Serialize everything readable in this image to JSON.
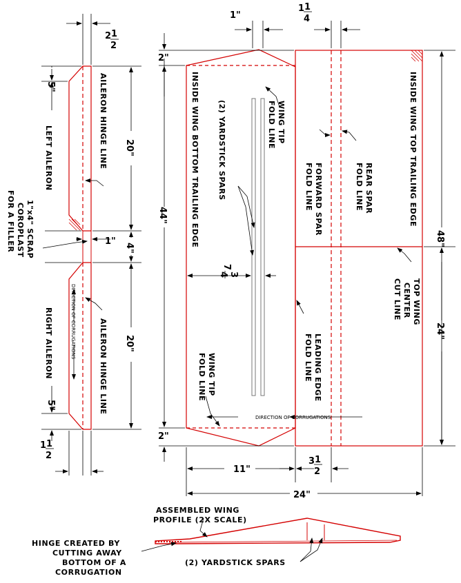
{
  "colors": {
    "outline": "#d40000",
    "ink": "#000000",
    "paper": "#ffffff"
  },
  "labels": {
    "inside_wing_top_trailing_edge": "INSIDE WING TOP TRAILING EDGE",
    "inside_wing_bottom_trailing_edge": "INSIDE WING BOTTOM TRAILING EDGE",
    "yardstick_spars_vertical": "(2) YARDSTICK SPARS",
    "wing_tip_fold_line_top": [
      "WING TIP",
      "FOLD LINE"
    ],
    "wing_tip_fold_line_bottom": [
      "WING TIP",
      "FOLD LINE"
    ],
    "rear_spar_fold_line": [
      "REAR SPAR",
      "FOLD LINE"
    ],
    "forward_spar_fold_line": [
      "FORWARD SPAR",
      "FOLD LINE"
    ],
    "top_wing_center_cut_line": [
      "TOP WING",
      "CENTER",
      "CUT LINE"
    ],
    "leading_edge_fold_line": [
      "LEADING EDGE",
      "FOLD LINE"
    ],
    "direction_of_corrugations_wing": "DIRECTION OF CORRUGATIONS",
    "aileron_hinge_line_left": "AILERON HINGE LINE",
    "aileron_hinge_line_right": "AILERON HINGE LINE",
    "left_aileron": "LEFT AILERON",
    "right_aileron": "RIGHT AILERON",
    "filler_note": [
      "1\"x4\" SCRAP",
      "COROPLAST",
      "FOR A FILLER"
    ],
    "direction_of_corrugations_aileron": "DIRECTION OF CORRUGATIONS",
    "assembled_profile": [
      "ASSEMBLED WING",
      "PROFILE (2X SCALE)"
    ],
    "hinge_note": [
      "HINGE CREATED BY",
      "CUTTING AWAY",
      "BOTTOM OF A",
      "CORRUGATION"
    ],
    "yardstick_spars_bottom": "(2) YARDSTICK SPARS"
  },
  "dimensions": {
    "top_1in": "1\"",
    "top_1_quarter_whole": "1",
    "top_1_quarter_num": "1",
    "top_1_quarter_den": "4",
    "tip_2in_top": "2\"",
    "tip_2in_bottom": "2\"",
    "span_44": "44\"",
    "span_48": "48\"",
    "half_24": "24\"",
    "spar_gap_whole": "7",
    "spar_gap_num": "3",
    "spar_gap_den": "4",
    "width_11": "11\"",
    "width_3half_whole": "3",
    "width_3half_num": "1",
    "width_3half_den": "2",
    "width_24": "24\"",
    "aileron_2half_whole": "2",
    "aileron_2half_num": "1",
    "aileron_2half_den": "2",
    "aileron_5_top": "5\"",
    "aileron_20_top": "20\"",
    "aileron_4": "4\"",
    "aileron_1": "1\"",
    "aileron_20_bottom": "20\"",
    "aileron_5_bottom": "5\"",
    "aileron_1half_whole": "1",
    "aileron_1half_num": "1",
    "aileron_1half_den": "2"
  }
}
